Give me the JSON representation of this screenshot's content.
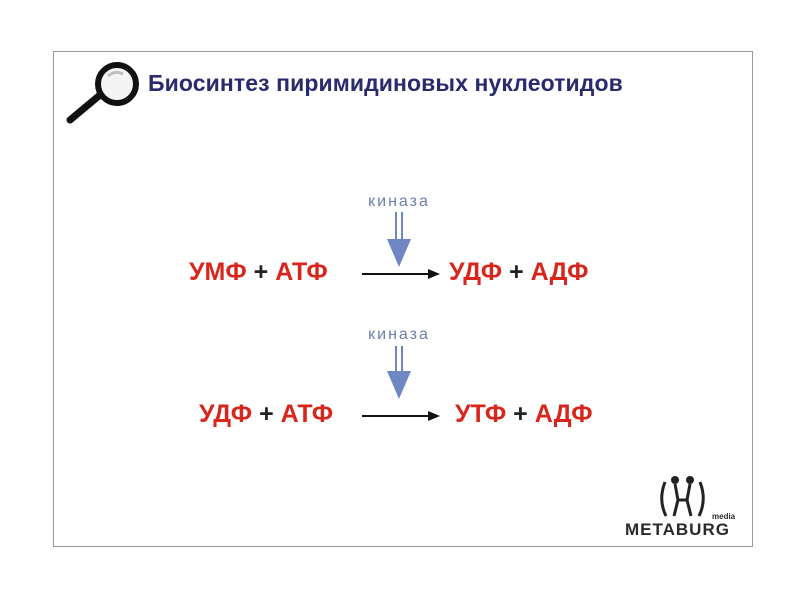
{
  "title": "Биосинтез пиримидиновых нуклеотидов",
  "reactions": [
    {
      "enzyme": "киназа",
      "substrate1": "УМФ",
      "substrate2": "АТФ",
      "product1": "УДФ",
      "product2": "АДФ"
    },
    {
      "enzyme": "киназа",
      "substrate1": "УДФ",
      "substrate2": "АТФ",
      "product1": "УТФ",
      "product2": "АДФ"
    }
  ],
  "plus_sign": "+",
  "logo": {
    "name": "METABURG",
    "sub": "media"
  },
  "colors": {
    "title": "#2a2a6e",
    "compound": "#d9261c",
    "enzyme": "#6b7fa8",
    "enzyme_arrow": "#6f86c4"
  }
}
